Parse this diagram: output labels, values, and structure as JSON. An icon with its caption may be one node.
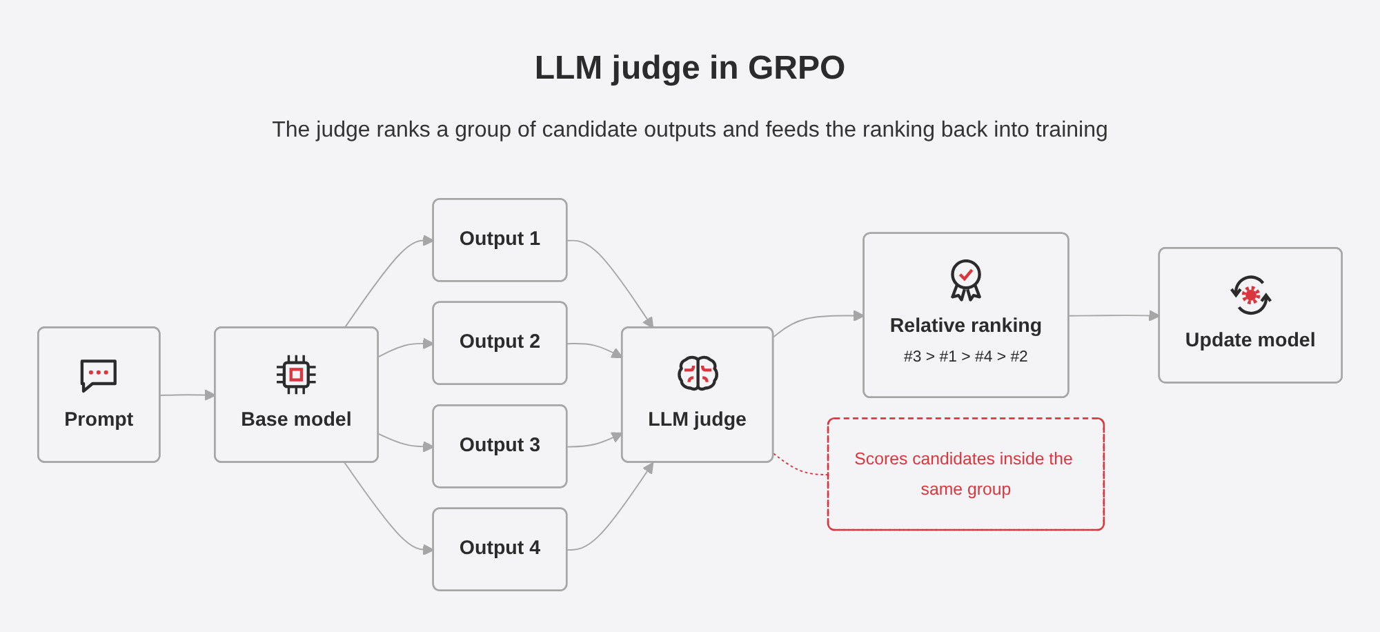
{
  "diagram": {
    "title": "LLM judge in GRPO",
    "caption": "The judge ranks a group of candidate outputs and feeds the ranking back into training",
    "nodes": [
      {
        "text": [
          "Prompt"
        ]
      },
      {
        "text": [
          "Base model"
        ]
      },
      {
        "text": [
          "Output 1"
        ]
      },
      {
        "text": [
          "Output 2"
        ]
      },
      {
        "text": [
          "Output 3"
        ]
      },
      {
        "text": [
          "Output 4"
        ]
      },
      {
        "text": [
          "LLM judge"
        ]
      },
      {
        "text": [
          "Relative ranking",
          "#3 > #1 > #4 > #2"
        ]
      },
      {
        "text": [
          "Update model"
        ]
      },
      {
        "text": [
          "Scores candidates inside the same group"
        ]
      }
    ],
    "edges": [
      {
        "from": 0,
        "to": 1,
        "arrow": "to"
      },
      {
        "from": 1,
        "to": 2,
        "arrow": "to"
      },
      {
        "from": 1,
        "to": 3,
        "arrow": "to"
      },
      {
        "from": 1,
        "to": 4,
        "arrow": "to"
      },
      {
        "from": 1,
        "to": 5,
        "arrow": "to"
      },
      {
        "from": 2,
        "to": 6,
        "arrow": "to"
      },
      {
        "from": 3,
        "to": 6,
        "arrow": "to"
      },
      {
        "from": 4,
        "to": 6,
        "arrow": "to"
      },
      {
        "from": 5,
        "to": 6,
        "arrow": "to"
      },
      {
        "from": 6,
        "to": 7,
        "arrow": "to"
      },
      {
        "from": 7,
        "to": 8,
        "arrow": "to"
      },
      {
        "from": 6,
        "to": 9,
        "arrow": "none",
        "style": "dashed",
        "color": "#d9363e"
      }
    ]
  }
}
